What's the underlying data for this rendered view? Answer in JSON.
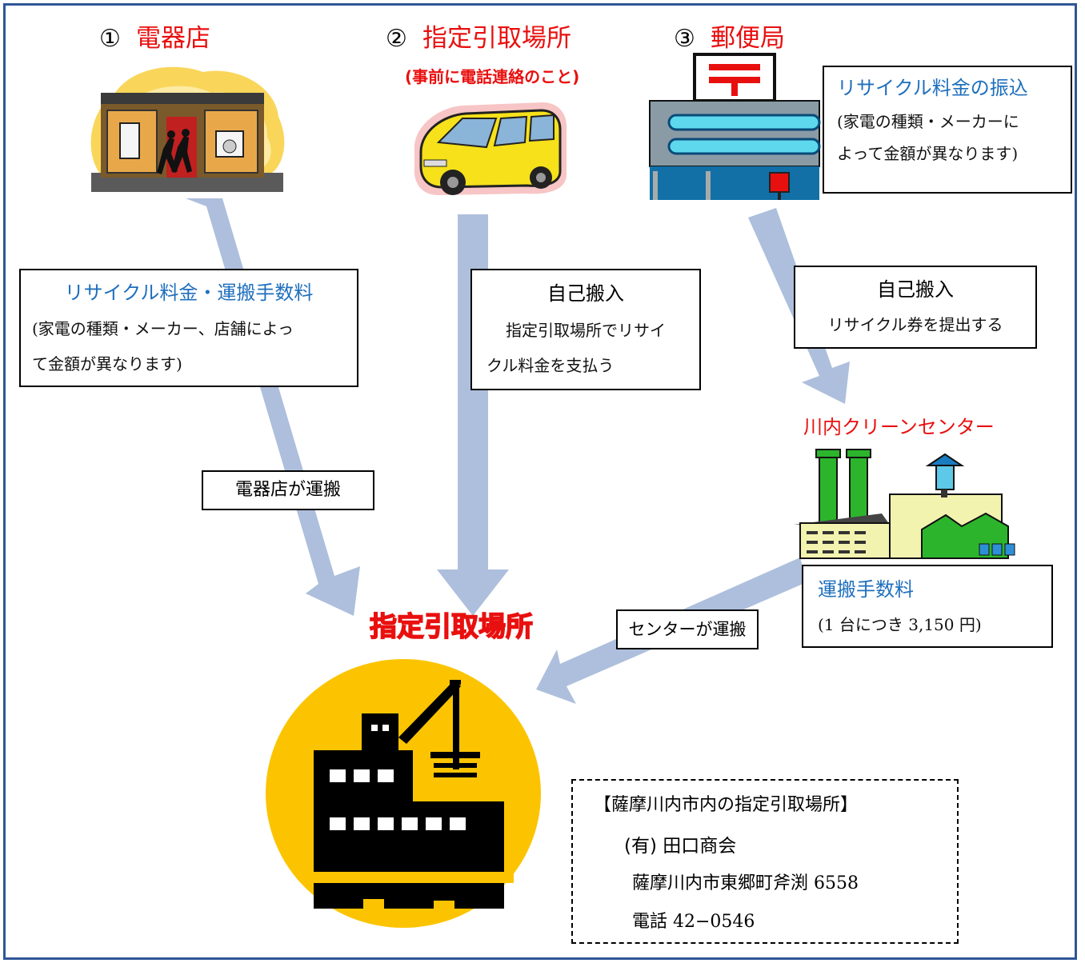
{
  "col1": {
    "num": "①",
    "title": "電器店"
  },
  "col2": {
    "num": "②",
    "title": "指定引取場所",
    "note": "(事前に電話連絡のこと)"
  },
  "col3": {
    "num": "③",
    "title": "郵便局"
  },
  "box_store": {
    "title": "リサイクル料金・運搬手数料",
    "line1": "(家電の種類・メーカー、店舗によっ",
    "line2": "て金額が異なります)"
  },
  "box_self1": {
    "title": "自己搬入",
    "line1": "指定引取場所でリサイ",
    "line2": "クル料金を支払う"
  },
  "box_postal": {
    "title": "リサイクル料金の振込",
    "line1": "(家電の種類・メーカーに",
    "line2": "よって金額が異なります)"
  },
  "box_self2": {
    "title": "自己搬入",
    "line1": "リサイクル券を提出する"
  },
  "label_store_carry": "電器店が運搬",
  "clean_center": "川内クリーンセンター",
  "box_fee": {
    "title": "運搬手数料",
    "line1": "(1 台につき 3,150 円)"
  },
  "label_center_carry": "センターが運搬",
  "destination": "指定引取場所",
  "info": {
    "heading": "【薩摩川内市内の指定引取場所】",
    "company": "(有) 田口商会",
    "address": "薩摩川内市東郷町斧渕 6558",
    "phone": "電話 42−0546"
  },
  "colors": {
    "red": "#e8100f",
    "blue": "#1f6fbd",
    "arrow": "#adbfdc",
    "frame": "#2f5597",
    "circle": "#fcc400"
  }
}
